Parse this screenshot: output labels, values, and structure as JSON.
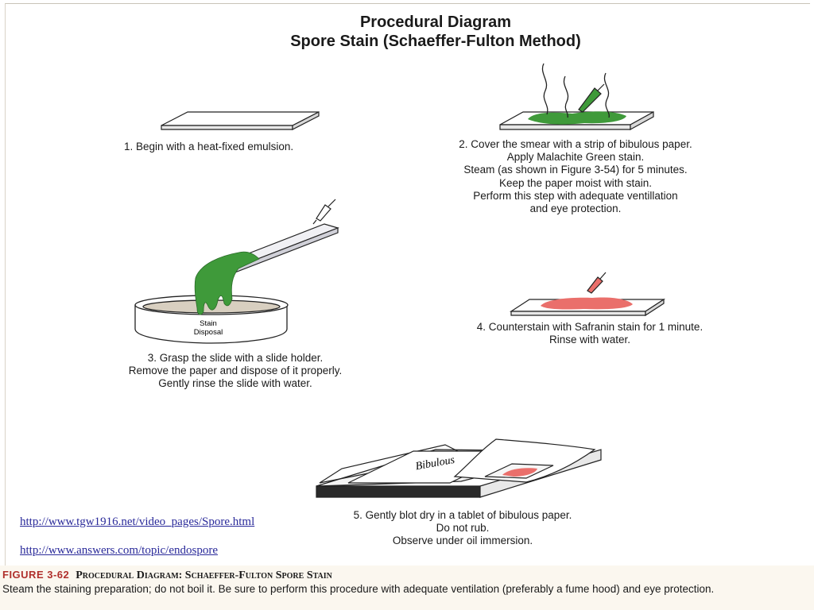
{
  "title": {
    "line1": "Procedural Diagram",
    "line2": "Spore Stain (Schaeffer-Fulton Method)"
  },
  "steps": {
    "step1": [
      "1.  Begin with a heat-fixed emulsion."
    ],
    "step2": [
      "2. Cover the smear with a strip of bibulous paper.",
      "Apply Malachite Green stain.",
      "Steam (as shown in Figure 3-54) for 5 minutes.",
      "Keep the paper moist with stain.",
      "Perform this step with adequate ventillation",
      "and eye protection."
    ],
    "step3": [
      "3. Grasp the slide with a slide holder.",
      "Remove the paper and dispose of it properly.",
      "Gently rinse the slide with water."
    ],
    "step4": [
      "4. Counterstain with Safranin stain for 1 minute.",
      "Rinse with water."
    ],
    "step5": [
      "5. Gently blot dry in a tablet of bibulous paper.",
      "Do not rub.",
      "Observe under oil immersion."
    ]
  },
  "illustration_labels": {
    "disposal_line1": "Stain",
    "disposal_line2": "Disposal",
    "tablet": "Bibulous"
  },
  "links": [
    "http://www.tgw1916.net/video_pages/Spore.html",
    "http://www.answers.com/topic/endospore"
  ],
  "figure": {
    "number": "FIGURE 3-62",
    "title": "Procedural Diagram: Schaeffer-Fulton Spore Stain",
    "caption": "Steam the staining preparation; do not boil it. Be sure to perform this procedure with adequate ventilation (preferably a fume hood) and eye protection."
  },
  "colors": {
    "malachite_green": "#3f9a3a",
    "safranin": "#ea6f6b",
    "figure_number": "#b0302c",
    "link": "#2a2a9a"
  }
}
